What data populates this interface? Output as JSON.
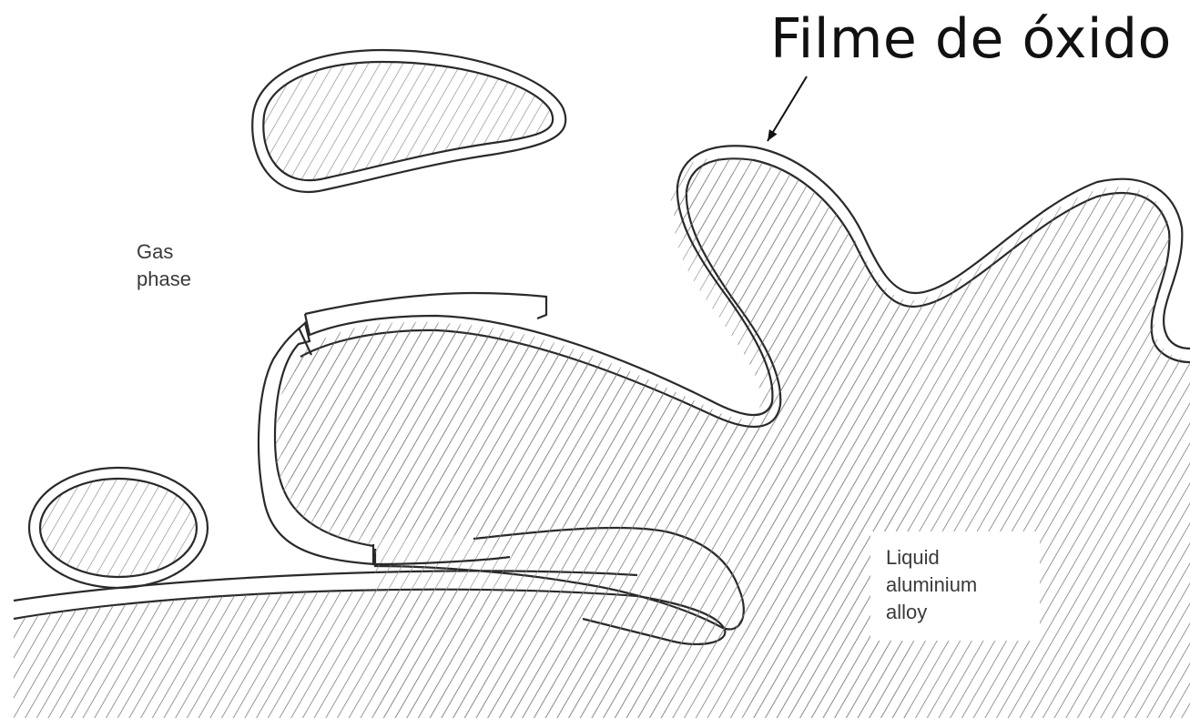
{
  "labels": {
    "oxide_film": "Filme de óxido",
    "gas_phase": [
      "Gas",
      "phase"
    ],
    "liquid_alloy": [
      "Liquid",
      "aluminium",
      "alloy"
    ]
  },
  "colors": {
    "line": "#2a2a2a",
    "hatch": "#8a8a8a",
    "background": "#ffffff"
  }
}
